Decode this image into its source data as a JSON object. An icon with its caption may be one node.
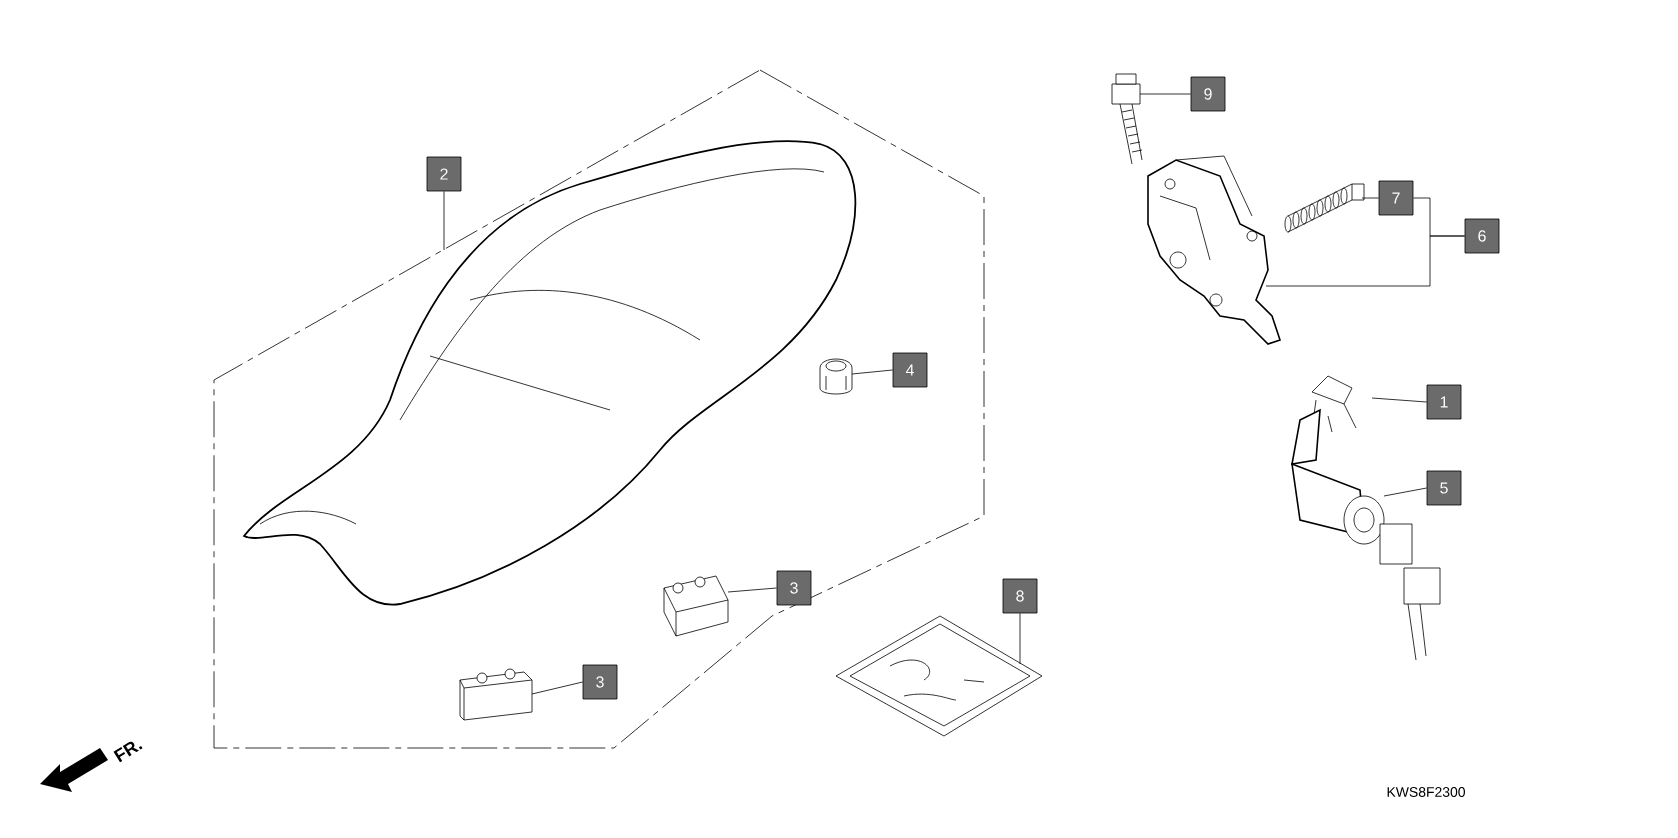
{
  "diagram": {
    "nodes": [
      {
        "text": [
          "2"
        ]
      },
      {
        "text": [],
        "shape": "box"
      },
      {
        "text": [],
        "shape": "picture",
        "in": 1
      },
      {
        "text": [
          "4"
        ],
        "in": 1
      },
      {
        "text": [],
        "shape": "picture",
        "in": 1
      },
      {
        "text": [
          "3"
        ],
        "in": 1
      },
      {
        "text": [],
        "shape": "picture",
        "in": 1
      },
      {
        "text": [
          "3"
        ],
        "in": 1
      },
      {
        "text": [],
        "shape": "picture",
        "in": 1
      },
      {
        "text": [
          "8"
        ]
      },
      {
        "text": [],
        "shape": "picture"
      },
      {
        "text": [
          "9"
        ]
      },
      {
        "text": [],
        "shape": "picture"
      },
      {
        "text": [
          "7"
        ]
      },
      {
        "text": [],
        "shape": "picture"
      },
      {
        "text": [
          "6"
        ]
      },
      {
        "text": [],
        "shape": "picture"
      },
      {
        "text": [
          "1"
        ]
      },
      {
        "text": [],
        "shape": "picture"
      },
      {
        "text": [
          "5"
        ]
      },
      {
        "text": [],
        "shape": "picture"
      }
    ],
    "edges": [
      {
        "from": 0,
        "to": 1,
        "arrow": "none"
      },
      {
        "from": 3,
        "to": 4,
        "arrow": "none"
      },
      {
        "from": 5,
        "to": 6,
        "arrow": "none"
      },
      {
        "from": 7,
        "to": 8,
        "arrow": "none"
      },
      {
        "from": 9,
        "to": 10,
        "arrow": "none"
      },
      {
        "from": 11,
        "to": 12,
        "arrow": "none"
      },
      {
        "from": 13,
        "to": 14,
        "arrow": "none"
      },
      {
        "from": 15,
        "to": 13,
        "arrow": "none"
      },
      {
        "from": 15,
        "to": 16,
        "arrow": "none"
      },
      {
        "from": 17,
        "to": 18,
        "arrow": "none"
      },
      {
        "from": 19,
        "to": 20,
        "arrow": "none"
      }
    ],
    "labels": [
      "FR.",
      "KWS8F2300"
    ]
  }
}
